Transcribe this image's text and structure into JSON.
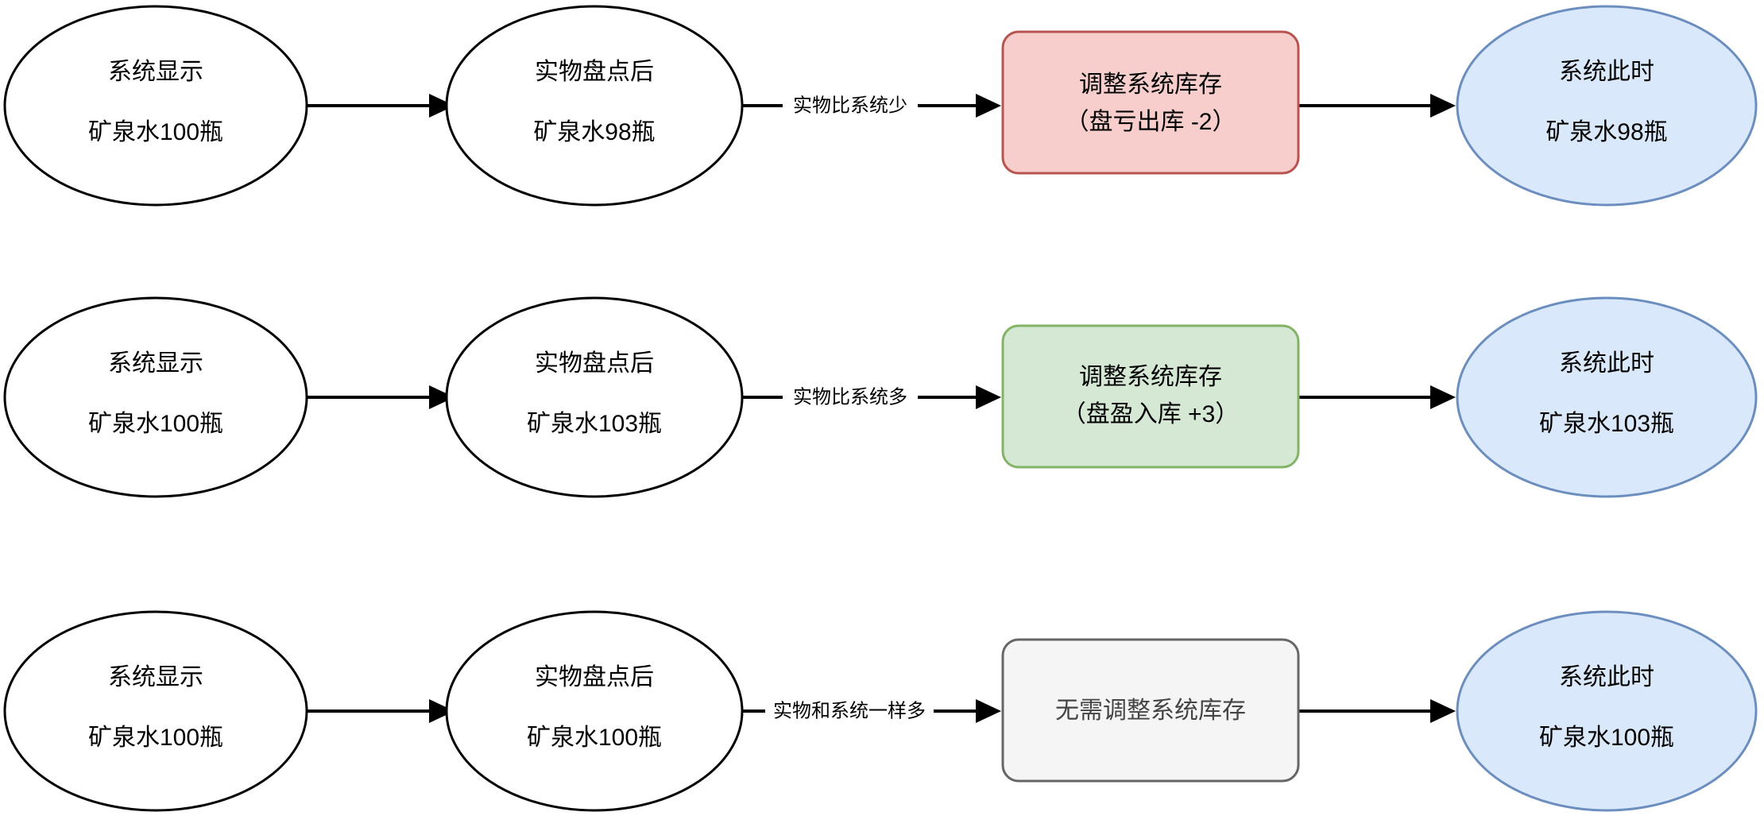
{
  "diagram": {
    "type": "flowchart",
    "title": "",
    "background_color": "#ffffff",
    "palette": {
      "red_fill": "#f8cecc",
      "red_stroke": "#b85450",
      "green_fill": "#d5e8d4",
      "green_stroke": "#82b366",
      "gray_fill": "#f5f5f5",
      "gray_stroke": "#666666",
      "blue_fill": "#dae8fc",
      "blue_stroke": "#6c8ebf",
      "white_fill": "#ffffff",
      "black_stroke": "#000000"
    },
    "rows": [
      {
        "id": "row-shortage",
        "nodes": {
          "start": {
            "line1": "系统显示",
            "line2": "矿泉水100瓶"
          },
          "count": {
            "line1": "实物盘点后",
            "line2": "矿泉水98瓶"
          },
          "action": {
            "line1": "调整系统库存",
            "line2": "（盘亏出库 -2）",
            "style": "red"
          },
          "result": {
            "line1": "系统此时",
            "line2": "矿泉水98瓶",
            "style": "blue"
          }
        },
        "edges": {
          "start_to_count": "",
          "count_to_action": "实物比系统少",
          "action_to_result": ""
        }
      },
      {
        "id": "row-surplus",
        "nodes": {
          "start": {
            "line1": "系统显示",
            "line2": "矿泉水100瓶"
          },
          "count": {
            "line1": "实物盘点后",
            "line2": "矿泉水103瓶"
          },
          "action": {
            "line1": "调整系统库存",
            "line2": "（盘盈入库 +3）",
            "style": "green"
          },
          "result": {
            "line1": "系统此时",
            "line2": "矿泉水103瓶",
            "style": "blue"
          }
        },
        "edges": {
          "start_to_count": "",
          "count_to_action": "实物比系统多",
          "action_to_result": ""
        }
      },
      {
        "id": "row-match",
        "nodes": {
          "start": {
            "line1": "系统显示",
            "line2": "矿泉水100瓶"
          },
          "count": {
            "line1": "实物盘点后",
            "line2": "矿泉水100瓶"
          },
          "action": {
            "line1": "无需调整系统库存",
            "line2": "",
            "style": "gray"
          },
          "result": {
            "line1": "系统此时",
            "line2": "矿泉水100瓶",
            "style": "blue"
          }
        },
        "edges": {
          "start_to_count": "",
          "count_to_action": "实物和系统一样多",
          "action_to_result": ""
        }
      }
    ]
  }
}
